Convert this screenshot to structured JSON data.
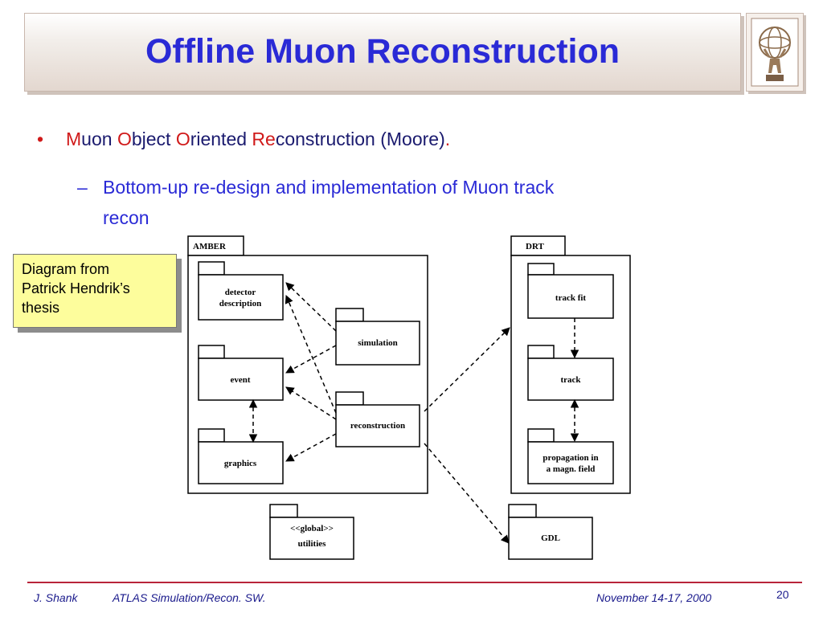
{
  "title": "Offline Muon Reconstruction",
  "bullet": {
    "marker": "•",
    "parts": [
      {
        "text": "M",
        "accent": true
      },
      {
        "text": "uon ",
        "accent": false
      },
      {
        "text": "O",
        "accent": true
      },
      {
        "text": "bject ",
        "accent": false
      },
      {
        "text": "O",
        "accent": true
      },
      {
        "text": "riented ",
        "accent": false
      },
      {
        "text": "Re",
        "accent": true
      },
      {
        "text": "construction (Moore)",
        "accent": false
      },
      {
        "text": ".",
        "accent": true
      }
    ]
  },
  "subbullet": {
    "dash": "–",
    "line1": "Bottom-up re-design and implementation of Muon track",
    "line2": "recon"
  },
  "note": {
    "line1": "Diagram from",
    "line2": "Patrick Hendrik’s",
    "line3": "thesis"
  },
  "diagram": {
    "amber": "AMBER",
    "drt": "DRT",
    "detector_description_1": "detector",
    "detector_description_2": "description",
    "simulation": "simulation",
    "event": "event",
    "reconstruction": "reconstruction",
    "graphics": "graphics",
    "track_fit": "track fit",
    "track": "track",
    "propagation_1": "propagation in",
    "propagation_2": "a magn. field",
    "utilities_stereotype": "<<global>>",
    "utilities": "utilities",
    "gdl": "GDL"
  },
  "footer": {
    "author": "J. Shank",
    "project": "ATLAS Simulation/Recon. SW.",
    "date": "November  14-17, 2000",
    "page": "20"
  },
  "colors": {
    "title": "#2a2ad6",
    "accent": "#d01a1a",
    "body_text": "#2a2ad6",
    "note_bg": "#fdfd9c",
    "footer_text": "#1a1a8c",
    "footer_rule": "#b8243a"
  }
}
